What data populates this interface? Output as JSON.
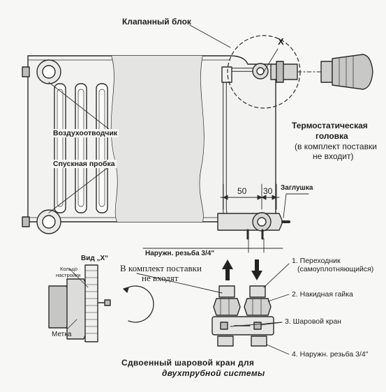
{
  "labels": {
    "valve_block": "Клапанный блок",
    "x_mark": "X",
    "thermo_head_line1": "Термостатическая",
    "thermo_head_line2": "головка",
    "thermo_note_line1": "(в комплект поставки",
    "thermo_note_line2": "не входит)",
    "air_vent": "Воздухоотводчик",
    "drain_plug": "Спускная пробка",
    "dim_50": "50",
    "dim_30": "30",
    "end_cap": "Заглушка",
    "ext_thread_top": "Наружн. резьба 3/4\"",
    "view_x": "Вид „X“",
    "not_included_line1": "В комплект поставки",
    "not_included_line2": "не входят",
    "ring_line1": "Кольцо",
    "ring_line2": "настройки",
    "mark": "Метка",
    "item1_line1": "1. Переходник",
    "item1_line2": "(самоуплотняющийся)",
    "item2": "2. Накидная гайка",
    "item3": "3. Шаровой кран",
    "item4": "4. Наружн. резьба 3/4\"",
    "caption_line1": "Сдвоенный шаровой кран для",
    "caption_line2": "двухтрубной системы"
  }
}
